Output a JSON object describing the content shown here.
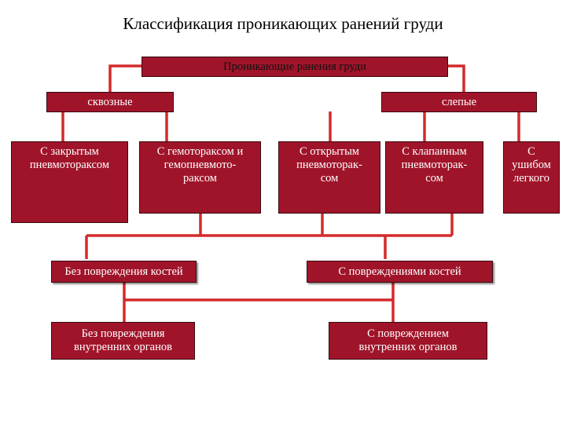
{
  "title": "Классификация проникающих ранений груди",
  "colors": {
    "box_fill": "#a0142a",
    "line": "#d42a2a",
    "box_border": "#3a0a10",
    "box_text": "#ffffff",
    "root_text": "#111111"
  },
  "nodes": {
    "root": "Проникающие ранения груди",
    "through": "сквозные",
    "blind": "слепые",
    "closed_pneumo": "С закрытым\nпневмотораксом",
    "hemo": "С гемотораксом  и\nгемопневмото-\nраксом",
    "open_pneumo": "С открытым\nпневмоторак-\nсом",
    "valve_pneumo": "С клапанным\nпневмоторак-\nсом",
    "lung_contusion": "С\nушибом\nлегкого",
    "no_bone": "Без повреждения костей",
    "bone": "С повреждениями костей",
    "no_organs": "Без повреждения\nвнутренних органов",
    "organs": "С повреждением\nвнутренних органов"
  }
}
